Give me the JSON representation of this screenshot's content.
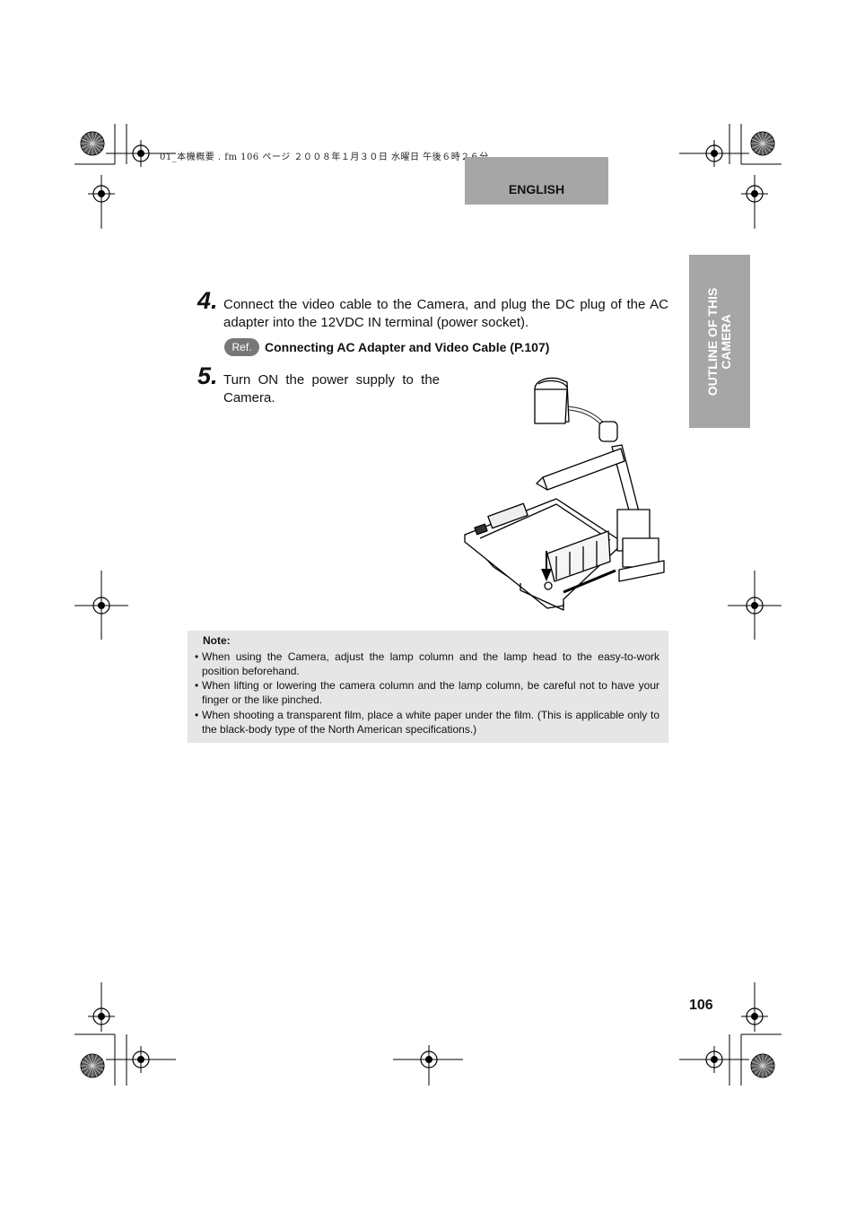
{
  "header": {
    "meta": "01_本機概要 . fm  106 ページ  ２００８年１月３０日  水曜日  午後６時２６分",
    "language_tab": "ENGLISH"
  },
  "side_tab": {
    "line1": "OUTLINE OF THIS",
    "line2": "CAMERA"
  },
  "steps": [
    {
      "number": "4.",
      "text": "Connect the video cable to the Camera, and plug the DC plug of the AC adapter into the 12VDC IN terminal (power socket)."
    },
    {
      "number": "5.",
      "text": "Turn ON the power supply to the Camera."
    }
  ],
  "reference": {
    "badge": "Ref.",
    "text": "Connecting AC Adapter and Video Cable (P.107)"
  },
  "note": {
    "title": "Note:",
    "items": [
      "When using the Camera, adjust the lamp column and the lamp head to the easy-to-work position beforehand.",
      "When lifting or lowering the camera column and the lamp column, be careful not to have your finger or the like pinched.",
      "When shooting a transparent film, place a white paper under the film. (This is applicable only to the black-body type of the North American specifications.)"
    ]
  },
  "page_number": "106",
  "icons": [
    "registration-mark-icon",
    "starburst-mark-icon",
    "power-arrow-icon"
  ],
  "colors": {
    "tab_gray": "#a6a6a6",
    "note_bg": "#e6e6e6",
    "badge_gray": "#777777"
  }
}
